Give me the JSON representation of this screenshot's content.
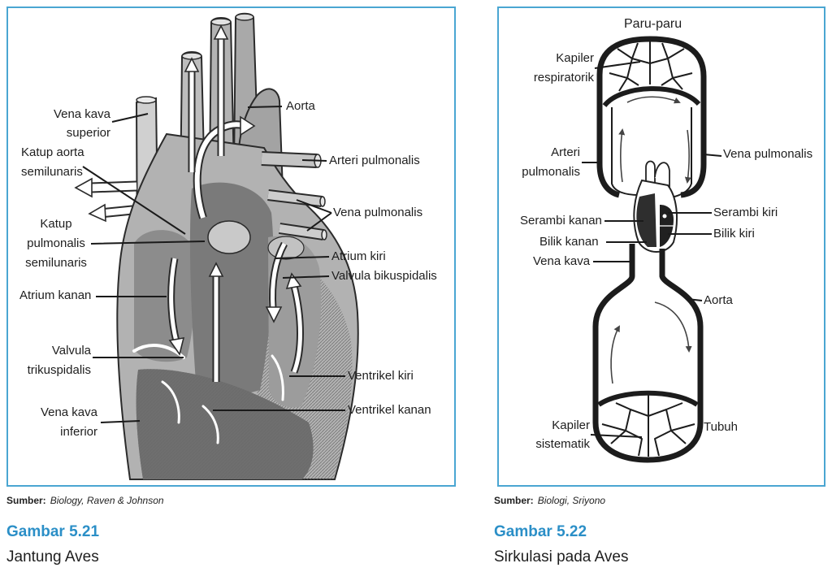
{
  "figure_left": {
    "labels": {
      "aorta": "Aorta",
      "vena_kava_superior": "Vena kava\nsuperior",
      "katup_aorta_semilunaris": "Katup aorta\nsemilunaris",
      "arteri_pulmonalis": "Arteri pulmonalis",
      "vena_pulmonalis": "Vena pulmonalis",
      "katup_pulmonalis_semilunaris": "Katup\npulmonalis\nsemilunaris",
      "atrium_kiri": "Atrium kiri",
      "valvula_bikuspidalis": "Valvula bikuspidalis",
      "atrium_kanan": "Atrium kanan",
      "valvula_trikuspidalis": "Valvula\ntrikuspidalis",
      "ventrikel_kiri": "Ventrikel kiri",
      "vena_kava_inferior": "Vena kava\ninferior",
      "ventrikel_kanan": "Ventrikel kanan"
    },
    "source_prefix": "Sumber:",
    "source": "Biology, Raven & Johnson",
    "figure_number": "Gambar 5.21",
    "caption": "Jantung Aves"
  },
  "figure_right": {
    "labels": {
      "paru_paru": "Paru-paru",
      "kapiler_respiratorik": "Kapiler\nrespiratorik",
      "arteri_pulmonalis": "Arteri\npulmonalis",
      "vena_pulmonalis": "Vena pulmonalis",
      "serambi_kanan": "Serambi kanan",
      "serambi_kiri": "Serambi kiri",
      "bilik_kiri": "Bilik kiri",
      "bilik_kanan": "Bilik kanan",
      "vena_kava": "Vena kava",
      "aorta": "Aorta",
      "kapiler_sistematik": "Kapiler\nsistematik",
      "tubuh": "Tubuh"
    },
    "source_prefix": "Sumber:",
    "source": "Biologi, Sriyono",
    "figure_number": "Gambar 5.22",
    "caption": "Sirkulasi pada Aves"
  },
  "colors": {
    "frame_border": "#4aa6d2",
    "figure_number": "#2b8fc7",
    "text": "#1e1e1e"
  }
}
